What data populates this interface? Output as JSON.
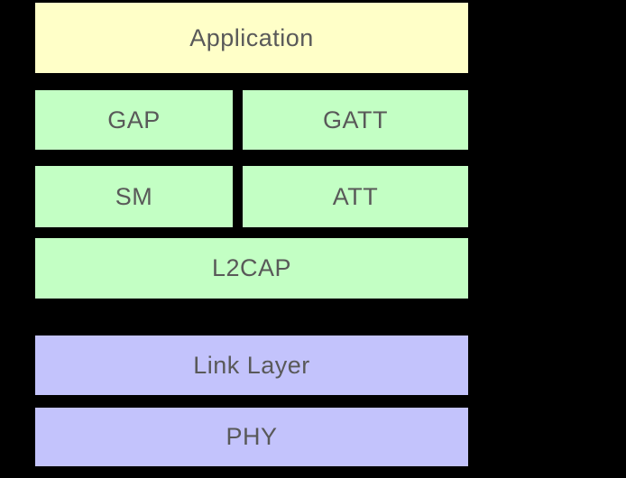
{
  "diagram": {
    "colors": {
      "background": "#000000",
      "application_fill": "#FFFFC8",
      "host_fill": "#C3FFC4",
      "controller_fill": "#C3C3FC",
      "text": "#595959"
    },
    "blocks": {
      "application": {
        "label": "Application",
        "fill": "#FFFFC8"
      },
      "gap": {
        "label": "GAP",
        "fill": "#C3FFC4"
      },
      "gatt": {
        "label": "GATT",
        "fill": "#C3FFC4"
      },
      "sm": {
        "label": "SM",
        "fill": "#C3FFC4"
      },
      "att": {
        "label": "ATT",
        "fill": "#C3FFC4"
      },
      "l2cap": {
        "label": "L2CAP",
        "fill": "#C3FFC4"
      },
      "link_layer": {
        "label": "Link Layer",
        "fill": "#C3C3FC"
      },
      "phy": {
        "label": "PHY",
        "fill": "#C3C3FC"
      }
    }
  }
}
